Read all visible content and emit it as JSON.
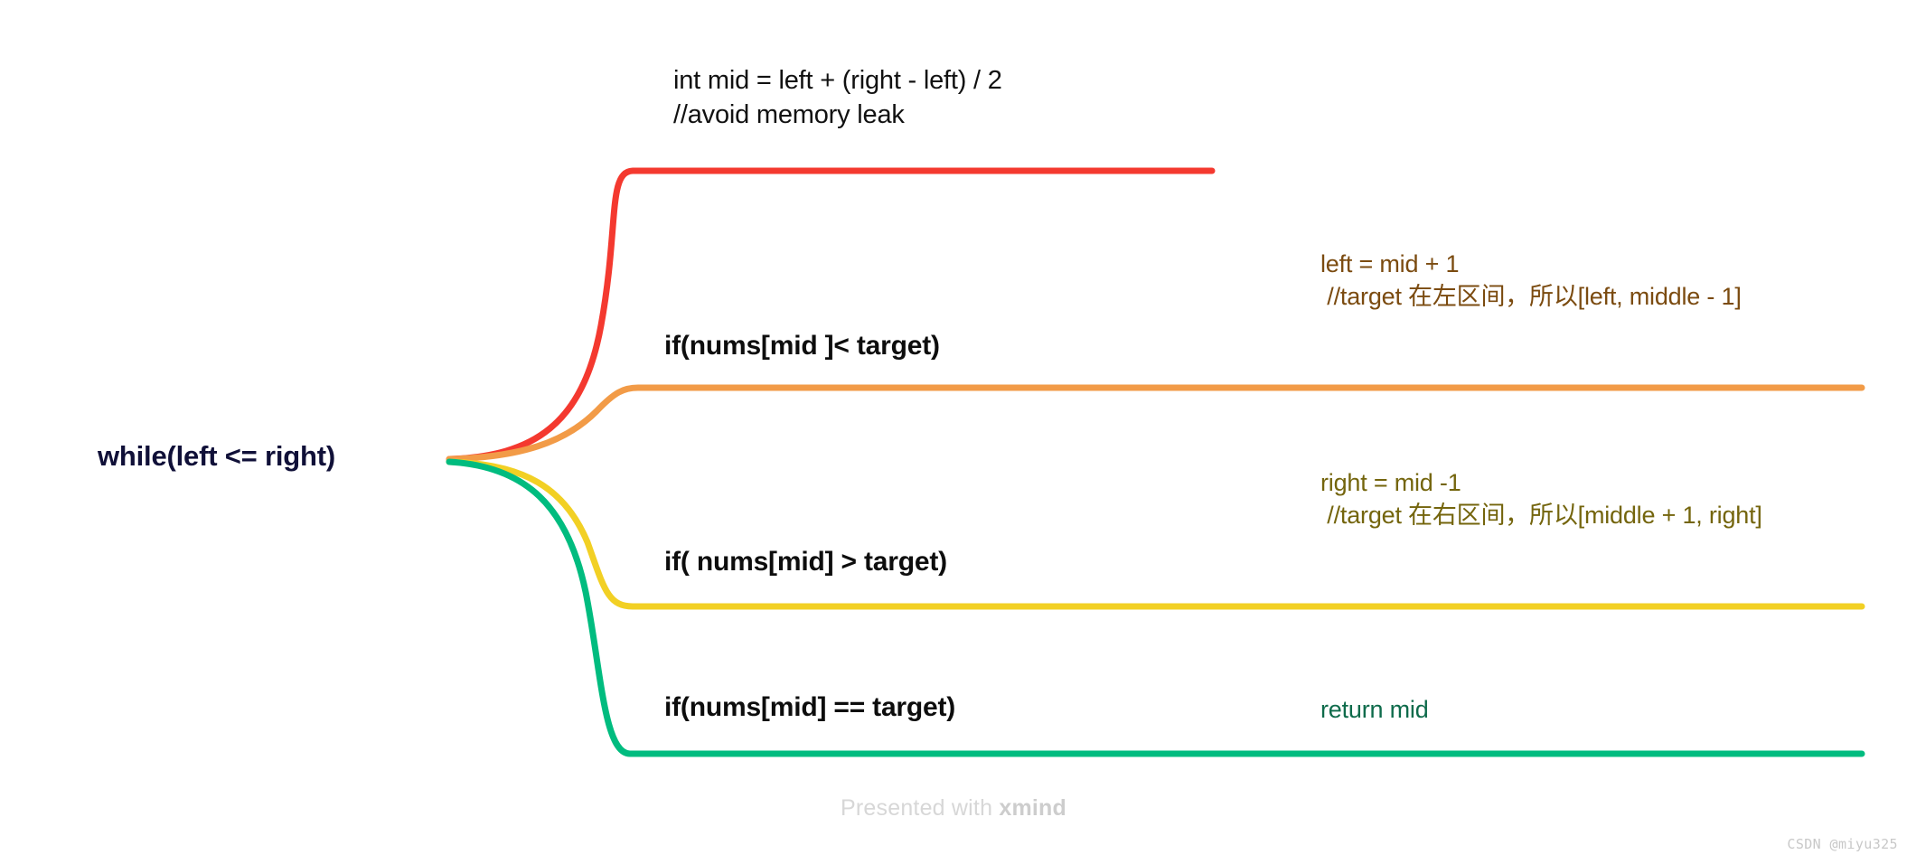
{
  "diagram": {
    "type": "mind-map",
    "tool": "xmind",
    "background": "#ffffff",
    "root": {
      "label": "while(left <= right)",
      "color": "#101038"
    },
    "branch_colors": {
      "red": "#F4392F",
      "orange": "#F29B47",
      "yellow": "#F2D024",
      "green": "#00BC7F"
    },
    "branches": [
      {
        "id": "branch-mid",
        "color": "#F4392F",
        "topic": "int mid = left + (right - left) / 2\n//avoid memory leak",
        "topic_color": "#111111",
        "leaf": null
      },
      {
        "id": "branch-less-than",
        "color": "#F29B47",
        "topic": "if(nums[mid ]< target)",
        "topic_color": "#0d0d0d",
        "leaf": "left = mid + 1\n //target 在左区间，所以[left, middle - 1]",
        "leaf_color": "#7B4B10"
      },
      {
        "id": "branch-greater-than",
        "color": "#F2D024",
        "topic": "if( nums[mid] > target)",
        "topic_color": "#0d0d0d",
        "leaf": "right = mid -1\n //target 在右区间，所以[middle + 1, right]",
        "leaf_color": "#74650D"
      },
      {
        "id": "branch-equals",
        "color": "#00BC7F",
        "topic": "if(nums[mid] == target)",
        "topic_color": "#0d0d0d",
        "leaf": "return mid",
        "leaf_color": "#0E6B4B"
      }
    ]
  },
  "footer": {
    "presented_prefix": "Presented with ",
    "brand": "xmind"
  },
  "watermark": {
    "text": "CSDN @miyu325"
  }
}
